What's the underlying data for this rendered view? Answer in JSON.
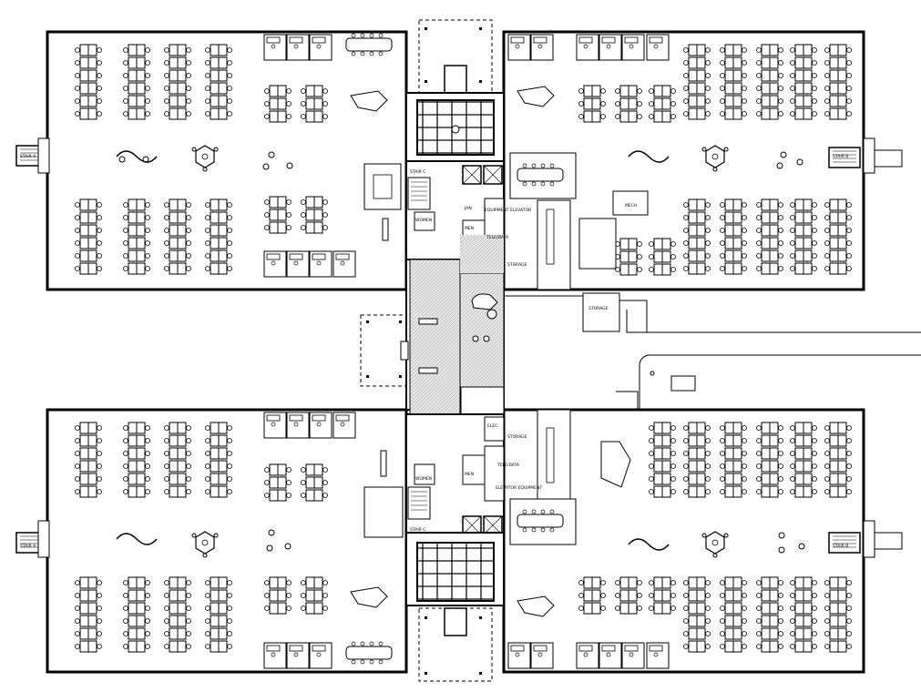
{
  "labels": {
    "stair_a_top": "STAIR A",
    "stair_b_top": "STAIR B",
    "stair_c_top": "STAIR C",
    "women_top": "WOMEN",
    "men_top": "MEN",
    "jan_top": "JAN",
    "equip_elev_top": "EQUIPMENT ELEVATOR",
    "teledata_top": "TELE/DATA",
    "storage_top": "STORAGE",
    "mech": "MECH",
    "storage_mid": "STORAGE",
    "elec": "ELEC",
    "storage_bot": "STORAGE",
    "teledata_bot": "TELE/DATA",
    "men_bot": "MEN",
    "women_bot": "WOMEN",
    "elev_equip_bot": "ELEVATOR EQUIPMENT",
    "stair_c_bot": "STAIR C",
    "stair_a_bot": "STAIR A",
    "stair_b_bot": "STAIR B"
  }
}
